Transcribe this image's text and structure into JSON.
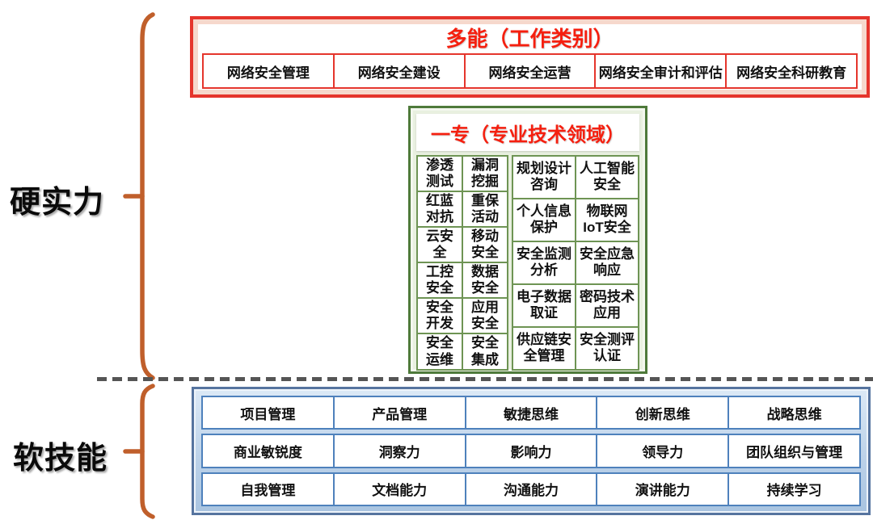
{
  "labels": {
    "hard": "硬实力",
    "soft": "软技能"
  },
  "work_categories_box": {
    "title": "多能（工作类别）",
    "items": [
      "网络安全管理",
      "网络安全建设",
      "网络安全运营",
      "网络安全审计和评估",
      "网络安全科研教育"
    ]
  },
  "specialty_box": {
    "title": "一专（专业技术领域）",
    "left_grid": [
      [
        "渗透测试",
        "漏洞挖掘"
      ],
      [
        "红蓝对抗",
        "重保活动"
      ],
      [
        "云安全",
        "移动安全"
      ],
      [
        "工控安全",
        "数据安全"
      ],
      [
        "安全开发",
        "应用安全"
      ],
      [
        "安全运维",
        "安全集成"
      ]
    ],
    "right_grid": [
      [
        "规划设计咨询",
        "人工智能安全"
      ],
      [
        "个人信息保护",
        "物联网IoT安全"
      ],
      [
        "安全监测分析",
        "安全应急响应"
      ],
      [
        "电子数据取证",
        "密码技术应用"
      ],
      [
        "供应链安全管理",
        "安全测评认证"
      ]
    ]
  },
  "soft_skills_box": {
    "rows": [
      [
        "项目管理",
        "产品管理",
        "敏捷思维",
        "创新思维",
        "战略思维"
      ],
      [
        "商业敏锐度",
        "洞察力",
        "影响力",
        "领导力",
        "团队组织与管理"
      ],
      [
        "自我管理",
        "文档能力",
        "沟通能力",
        "演讲能力",
        "持续学习"
      ]
    ]
  },
  "colors": {
    "box_red_border": "#e5352c",
    "title_red_text": "#f51f0f",
    "green_outer_border": "#4e7a3a",
    "green_cell_border": "#6e9454",
    "blue_panel_border": "#56749f",
    "blue_cell_border": "#4e81bc",
    "brace_orange": "#c05f2b",
    "divider_gray": "#555555"
  }
}
